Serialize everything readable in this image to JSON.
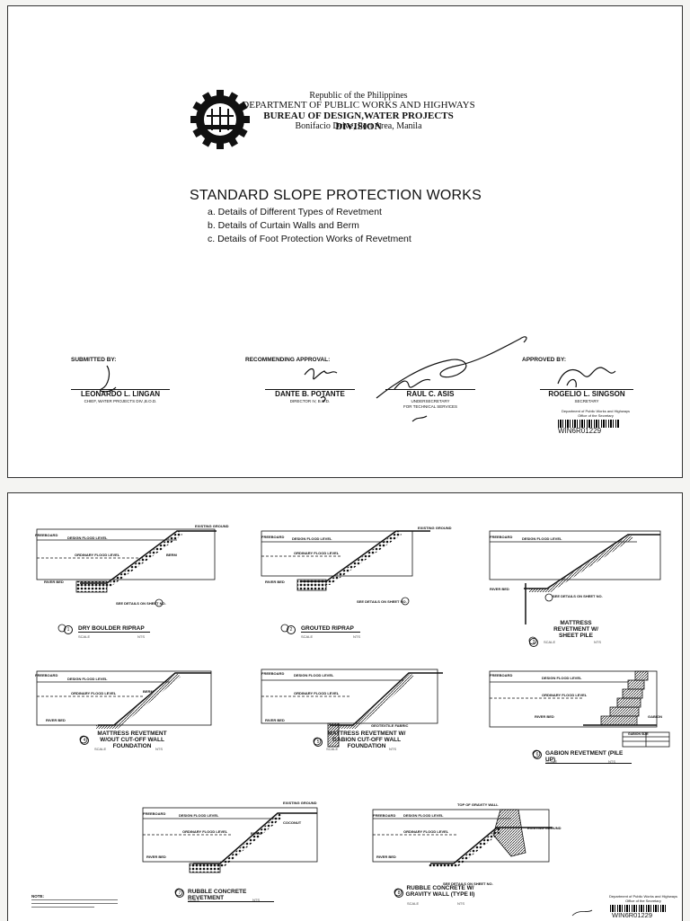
{
  "cover": {
    "header": {
      "country": "Republic of the Philippines",
      "department": "DEPARTMENT OF PUBLIC WORKS AND HIGHWAYS",
      "bureau": "BUREAU OF DESIGN,WATER PROJECTS DIVISION",
      "address": "Bonifacio Drive, Port Area, Manila"
    },
    "title": "STANDARD  SLOPE PROTECTION WORKS",
    "items": [
      "a. Details of Different Types of Revetment",
      "b. Details of Curtain Walls and Berm",
      "c. Details of Foot Protection Works of Revetment"
    ],
    "signatories": {
      "submitted_label": "SUBMITTED BY:",
      "recommending_label": "RECOMMENDING APPROVAL:",
      "approved_label": "APPROVED BY:",
      "submitted_name": "LEONARDO L. LINGAN",
      "submitted_role": "CHIEF, WATER PROJECTS DIV.,B.O.D.",
      "recommending_name": "DANTE B. POTANTE",
      "recommending_role": "DIRECTOR IV, B.O.D.",
      "under_name": "RAUL C. ASIS",
      "under_role1": "UNDERSECRETARY",
      "under_role2": "FOR TECHNICAL SERVICES",
      "approved_name": "ROGELIO L. SINGSON",
      "approved_role": "SECRETARY"
    },
    "stamp": {
      "line1": "Department of Public Works and Highways",
      "line2": "Office of the Secretary",
      "code": "WIN6R01229"
    }
  },
  "sheet2": {
    "common": {
      "freeboard": "FREEBOARD",
      "design_flood": "DESIGN FLOOD LEVEL",
      "ordinary_flood": "ORDINARY FLOOD LEVEL",
      "riverbed": "RIVER BED",
      "existing_ground": "EXISTING GROUND",
      "berm": "BERM",
      "coconut": "COCONUT",
      "see_details": "SEE DETAILS ON SHEET NO.",
      "scale": "SCALE",
      "nts": "NTS"
    },
    "details": [
      {
        "num": "1",
        "title": "DRY BOULDER RIPRAP"
      },
      {
        "num": "2",
        "title": "GROUTED RIPRAP"
      },
      {
        "num": "3",
        "title": "MATTRESS REVETMENT W/ SHEET PILE"
      },
      {
        "num": "4",
        "title": "MATTRESS REVETMENT W/OUT CUT-OFF WALL FOUNDATION"
      },
      {
        "num": "5",
        "title": "MATTRESS REVETMENT W/ GABION CUT-OFF WALL FOUNDATION"
      },
      {
        "num": "6",
        "title": "GABION REVETMENT (PILE UP)"
      },
      {
        "num": "7",
        "title": "RUBBLE CONCRETE REVETMENT"
      },
      {
        "num": "8",
        "title": "RUBBLE CONCRETE W/ GRAVITY WALL (TYPE II)"
      }
    ],
    "gabion_table": {
      "header": "GABION SIZE"
    },
    "note_label": "NOTE:",
    "top_of_gravity_wall": "TOP OF GRAVITY WALL",
    "gabion": "GABION",
    "geotextile": "GEOTEXTILE FABRIC",
    "stamp": {
      "line1": "Department of Public Works and Highways",
      "line2": "Office of the Secretary",
      "code": "WIN6R01229"
    }
  }
}
